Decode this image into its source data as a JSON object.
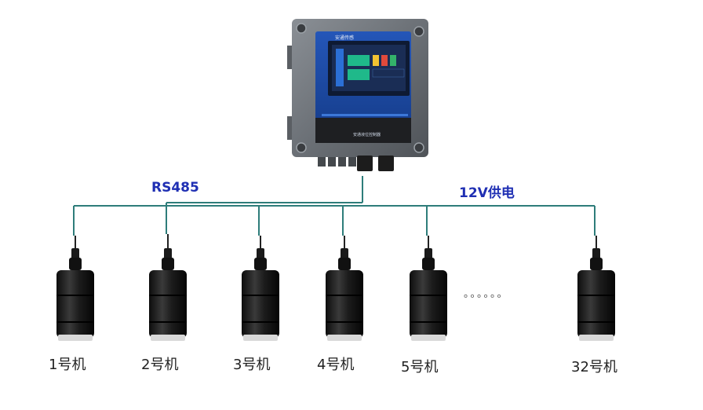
{
  "controller": {
    "screen_title": "安通传感",
    "brand_strip_text": "安通液位控制器"
  },
  "bus": {
    "left_label": "RS485",
    "right_label": "12V供电",
    "line_color": "#2e7d7a",
    "label_color": "#1f2fb3"
  },
  "sensors": [
    {
      "label": "1号机"
    },
    {
      "label": "2号机"
    },
    {
      "label": "3号机"
    },
    {
      "label": "4号机"
    },
    {
      "label": "5号机"
    },
    {
      "label": "32号机"
    }
  ],
  "ellipsis": "。。。。。。"
}
